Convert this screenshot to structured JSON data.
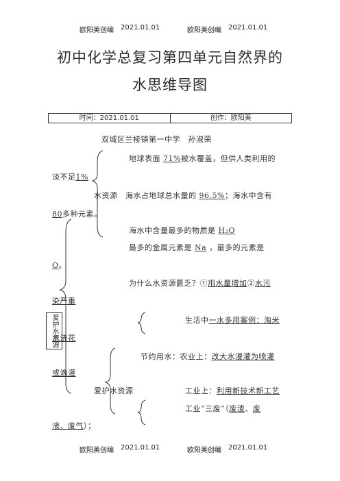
{
  "header": {
    "left_author": "欧阳美创编",
    "left_date": "2021.01.01",
    "right_author": "欧阳美创编",
    "right_date": "2021.01.01"
  },
  "footer": {
    "left_author": "欧阳美创编",
    "left_date": "2021.01.01",
    "right_author": "欧阳美创编",
    "right_date": "2021.01.01"
  },
  "title": {
    "line1": "初中化学总复习第四单元自然界的",
    "line2": "水思维导图"
  },
  "info": {
    "time": "时间：2021.01.01",
    "author": "创作：欧阳美"
  },
  "byline": "双城区兰棱镇第一中学　孙淑荣",
  "content": {
    "l1_a": "地球表面",
    "l1_u": "71%",
    "l1_b": "被水覆盖，但供人类利用的",
    "l2_a": "淡不足",
    "l2_u": "1%",
    "l3_a": "水资源　海水占地球总水量的",
    "l3_u": "96.5%",
    "l3_b": "；海水中含有",
    "l4_u": "80",
    "l4_b": "多种元素。",
    "l5_a": "海水中含量最多的物质是",
    "l5_u": "H₂O",
    "l6_a": "最多的金属元素是",
    "l6_u": "Na",
    "l6_b": "，最多的元素是",
    "l7_u": "O",
    "l7_b": "。",
    "l8_a": "为什么水资源匮乏？①",
    "l8_u1": "用水量增加",
    "l8_b": "②",
    "l8_u2": "水污",
    "l9_u": "染严重",
    "l10_a": "生活中",
    "l10_u": "一水多用案例：淘米",
    "l11_u": "水浇花",
    "l12_a": "节约用水：农业上：",
    "l12_u": "改大水漫灌为喷灌",
    "l13_u": "或滴灌",
    "l14_a": "爱护水资源",
    "l14_b": "工业上：",
    "l14_u": "利用新技术新工艺",
    "l15_a": "工业“三废”（",
    "l15_u1": "废渣",
    "l15_b": "、",
    "l15_u2": "废",
    "l16_u": "液、废气",
    "l16_b": "）；",
    "side_box": "爱护水资源"
  }
}
